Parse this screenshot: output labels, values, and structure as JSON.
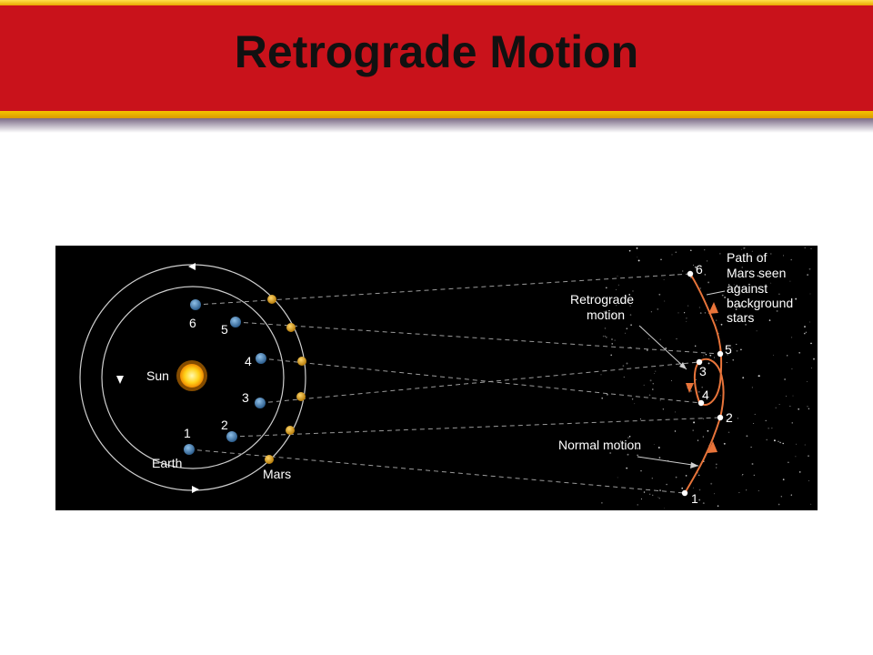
{
  "title": "Retrograde Motion",
  "diagram": {
    "sun_label": "Sun",
    "earth_label": "Earth",
    "mars_label": "Mars",
    "orbit_position_labels": [
      "1",
      "2",
      "3",
      "4",
      "5",
      "6"
    ],
    "sky_position_labels": [
      "1",
      "2",
      "3",
      "4",
      "5",
      "6"
    ],
    "path_label_lines": [
      "Path of",
      "Mars seen",
      "against",
      "background",
      "stars"
    ],
    "retrograde_label_lines": [
      "Retrograde",
      "motion"
    ],
    "normal_label": "Normal motion",
    "colors": {
      "banner_red": "#c9121b",
      "banner_gold": "#f5c400",
      "earth_blue": "#3f74a6",
      "mars_gold": "#d9a11c",
      "sun_yellow": "#ffd21a",
      "path_orange": "#e8743a"
    }
  }
}
